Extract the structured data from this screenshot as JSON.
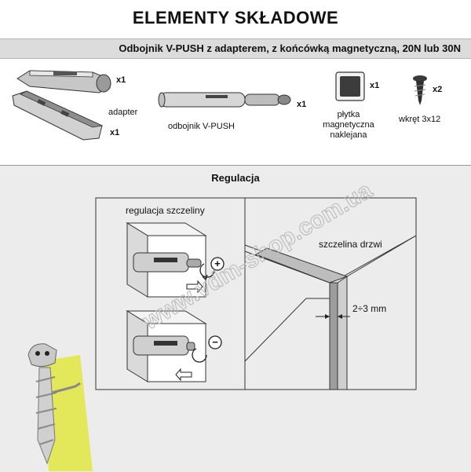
{
  "title": "ELEMENTY SKŁADOWE",
  "subtitle": "Odbojnik V-PUSH z adapterem, z końcówką magnetyczną, 20N lub 30N",
  "parts": {
    "adapter_label": "adapter",
    "adapter_top_qty": "x1",
    "adapter_bottom_qty": "x1",
    "vpush_label": "odbojnik V-PUSH",
    "vpush_qty": "x1",
    "plate_label_line1": "płytka",
    "plate_label_line2": "magnetyczna",
    "plate_label_line3": "naklejana",
    "plate_qty": "x1",
    "screw_label": "wkręt 3x12",
    "screw_qty": "x2"
  },
  "regulation": {
    "title": "Regulacja",
    "gap_adjust_label": "regulacja szczeliny",
    "plus_symbol": "+",
    "minus_symbol": "−",
    "door_gap_label": "szczelina drzwi",
    "gap_value": "2÷3 mm"
  },
  "watermark": "www.vdm-shop.com.ua",
  "colors": {
    "header_bg": "#dcdcdc",
    "panel_bg": "#ececec",
    "mascot_yellow": "#e2e84a"
  }
}
